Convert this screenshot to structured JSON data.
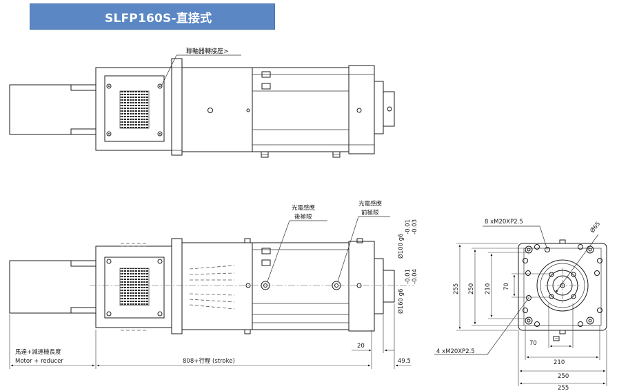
{
  "title": "SLFP160S-直接式",
  "labels": {
    "coupling_seat": "聯軸器轉接座>",
    "sensor_rear_line1": "光電感應",
    "sensor_rear_line2": "後極限",
    "sensor_front_line1": "光電感應",
    "sensor_front_line2": "前極限",
    "motor_length_cn": "馬達+減速機長度",
    "motor_length_en": "Motor + reducer",
    "stroke": "808+行程 (stroke)",
    "dim_20": "20",
    "dim_49_5": "49.5",
    "tol_100": "Ø100 g6 -0.01 -0.03",
    "tol_160": "Ø160 g6 -0.01 -0.04",
    "phi_100": "Ø100 g6",
    "phi_160": "Ø160 g6",
    "tol_100_hi": "-0.01",
    "tol_100_lo": "-0.03",
    "tol_160_hi": "-0.01",
    "tol_160_lo": "-0.04",
    "end_holes_top": "8 xM20XP2.5",
    "end_holes_bottom": "4 xM20XP2.5",
    "phi_65": "Ø65",
    "v255": "255",
    "v250": "250",
    "v210": "210",
    "v70": "70",
    "h70": "70",
    "h210": "210",
    "h250": "250",
    "h255": "255"
  }
}
